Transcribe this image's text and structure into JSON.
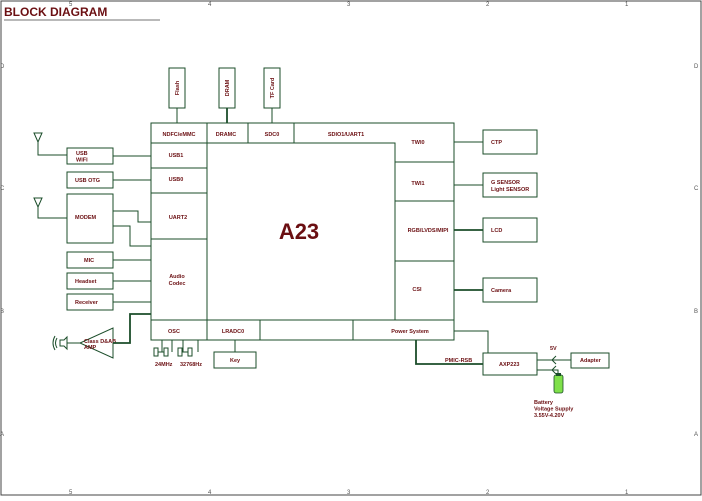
{
  "title": "BLOCK DIAGRAM",
  "frame": {
    "col_markers": [
      "5",
      "4",
      "3",
      "2",
      "1"
    ],
    "row_markers": [
      "D",
      "C",
      "B",
      "A"
    ]
  },
  "soc": {
    "name": "A23",
    "top_ports": [
      "NDFC/eMMC",
      "DRAMC",
      "SDC0",
      "SDIO1/UART1"
    ],
    "left_ports": [
      "USB1",
      "USB0",
      "UART2",
      "Audio\nCodec"
    ],
    "right_ports": [
      "TWI0",
      "TWI1",
      "RGB/LVDS/MIPI",
      "CSI"
    ],
    "bottom_ports": [
      "OSC",
      "LRADC0",
      "",
      "Power System"
    ]
  },
  "memory": [
    "Flash",
    "DRAM",
    "TF Card"
  ],
  "peripherals_left": [
    "USB\nWIFI",
    "USB OTG",
    "MODEM",
    "MIC",
    "Headset",
    "Receiver"
  ],
  "peripherals_right": [
    "CTP",
    "G SENSOR\nLight SENSOR",
    "LCD",
    "Camera"
  ],
  "amplifier": "Class D&AB\nAMP",
  "crystals": [
    "24MHz",
    "32768Hz"
  ],
  "key": "Key",
  "power": {
    "pmic": "AXP223",
    "bus": "PMIC-RSB",
    "adapter": "Adapter",
    "input_voltage": "5V",
    "battery": "Battery\nVoltage Supply\n3.55V-4.20V"
  },
  "colors": {
    "label": "#6b0f12",
    "line": "#1b4d2a",
    "battery": "#7fe04a"
  }
}
